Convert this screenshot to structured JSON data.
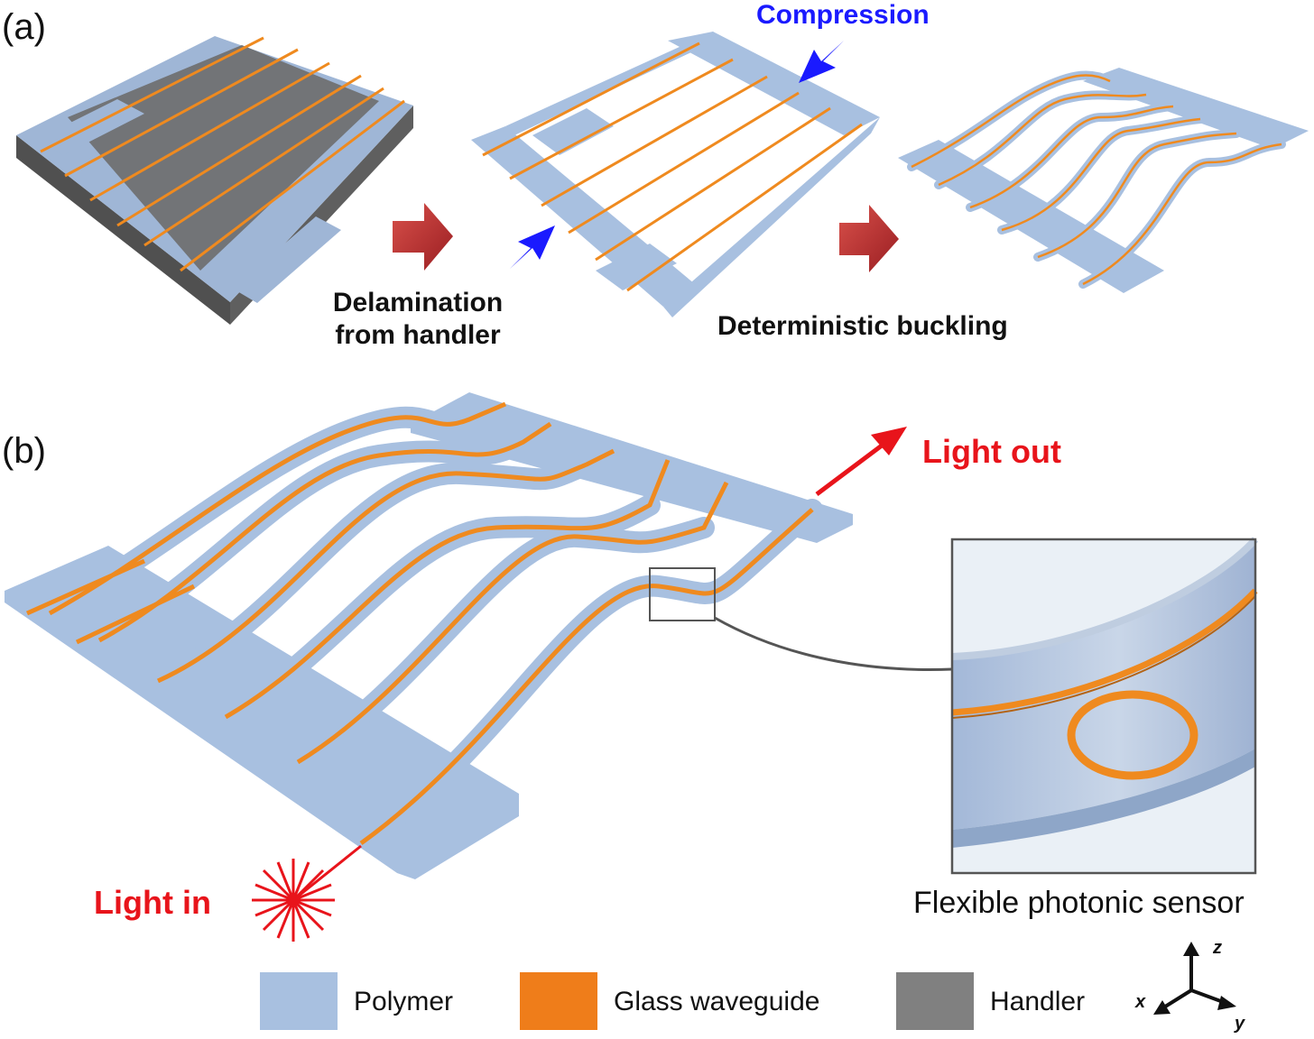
{
  "panels": {
    "a": {
      "label": "(a)"
    },
    "b": {
      "label": "(b)"
    }
  },
  "annotations": {
    "compression": "Compression",
    "delamination": "Delamination\nfrom handler",
    "buckling": "Deterministic buckling",
    "light_out": "Light out",
    "light_in": "Light in",
    "sensor_caption": "Flexible photonic sensor"
  },
  "legend": [
    {
      "label": "Polymer",
      "color": "#a8c0e0"
    },
    {
      "label": "Glass waveguide",
      "color": "#ef7d1a"
    },
    {
      "label": "Handler",
      "color": "#808080"
    }
  ],
  "axes": {
    "z": "z",
    "x": "x",
    "y": "y"
  },
  "colors": {
    "polymer": "#a8c0e0",
    "polymer_dark": "#8ea6c8",
    "waveguide": "#ef8a1f",
    "handler": "#6e6e6e",
    "handler_dark": "#555555",
    "blue_arrow": "#1a1aff",
    "red": "#e8141b",
    "dark_red_arrow": "#b8262a"
  }
}
